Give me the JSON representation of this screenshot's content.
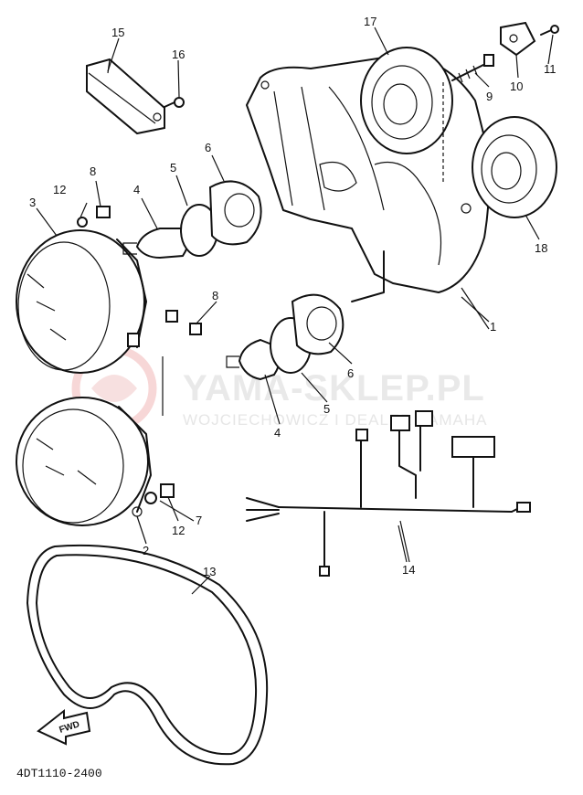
{
  "watermark": {
    "brand": "YAMA-SKLEP.PL",
    "tagline": "WOJCIECHOWICZ I DEALER YAMAHA",
    "logo_color": "#f2b8b8"
  },
  "diagram_code": "4DT1110-2400",
  "fwd_label": "FWD",
  "labels": {
    "p1": "1",
    "p2": "2",
    "p3": "3",
    "p4a": "4",
    "p4b": "4",
    "p5a": "5",
    "p5b": "5",
    "p6a": "6",
    "p6b": "6",
    "p7": "7",
    "p8a": "8",
    "p8b": "8",
    "p9": "9",
    "p10": "10",
    "p11": "11",
    "p12a": "12",
    "p12b": "12",
    "p13": "13",
    "p14": "14",
    "p15": "15",
    "p16": "16",
    "p17": "17",
    "p18": "18"
  }
}
